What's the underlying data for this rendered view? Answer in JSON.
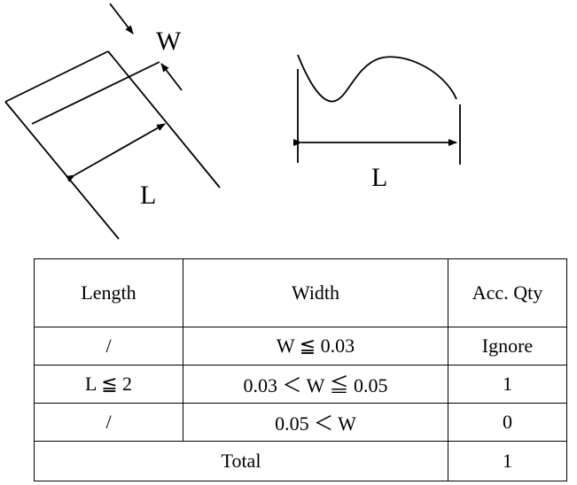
{
  "diagram_left": {
    "width_label": "W",
    "length_label": "L"
  },
  "diagram_right": {
    "length_label": "L"
  },
  "table": {
    "headers": [
      "Length",
      "Width",
      "Acc. Qty"
    ],
    "rows": [
      [
        "/",
        "W ≦ 0.03",
        "Ignore"
      ],
      [
        "L ≦ 2",
        "0.03 ＜ W ≦ 0.05",
        "1"
      ],
      [
        "/",
        "0.05 ＜ W",
        "0"
      ]
    ],
    "total_label": "Total",
    "total_value": "1"
  }
}
